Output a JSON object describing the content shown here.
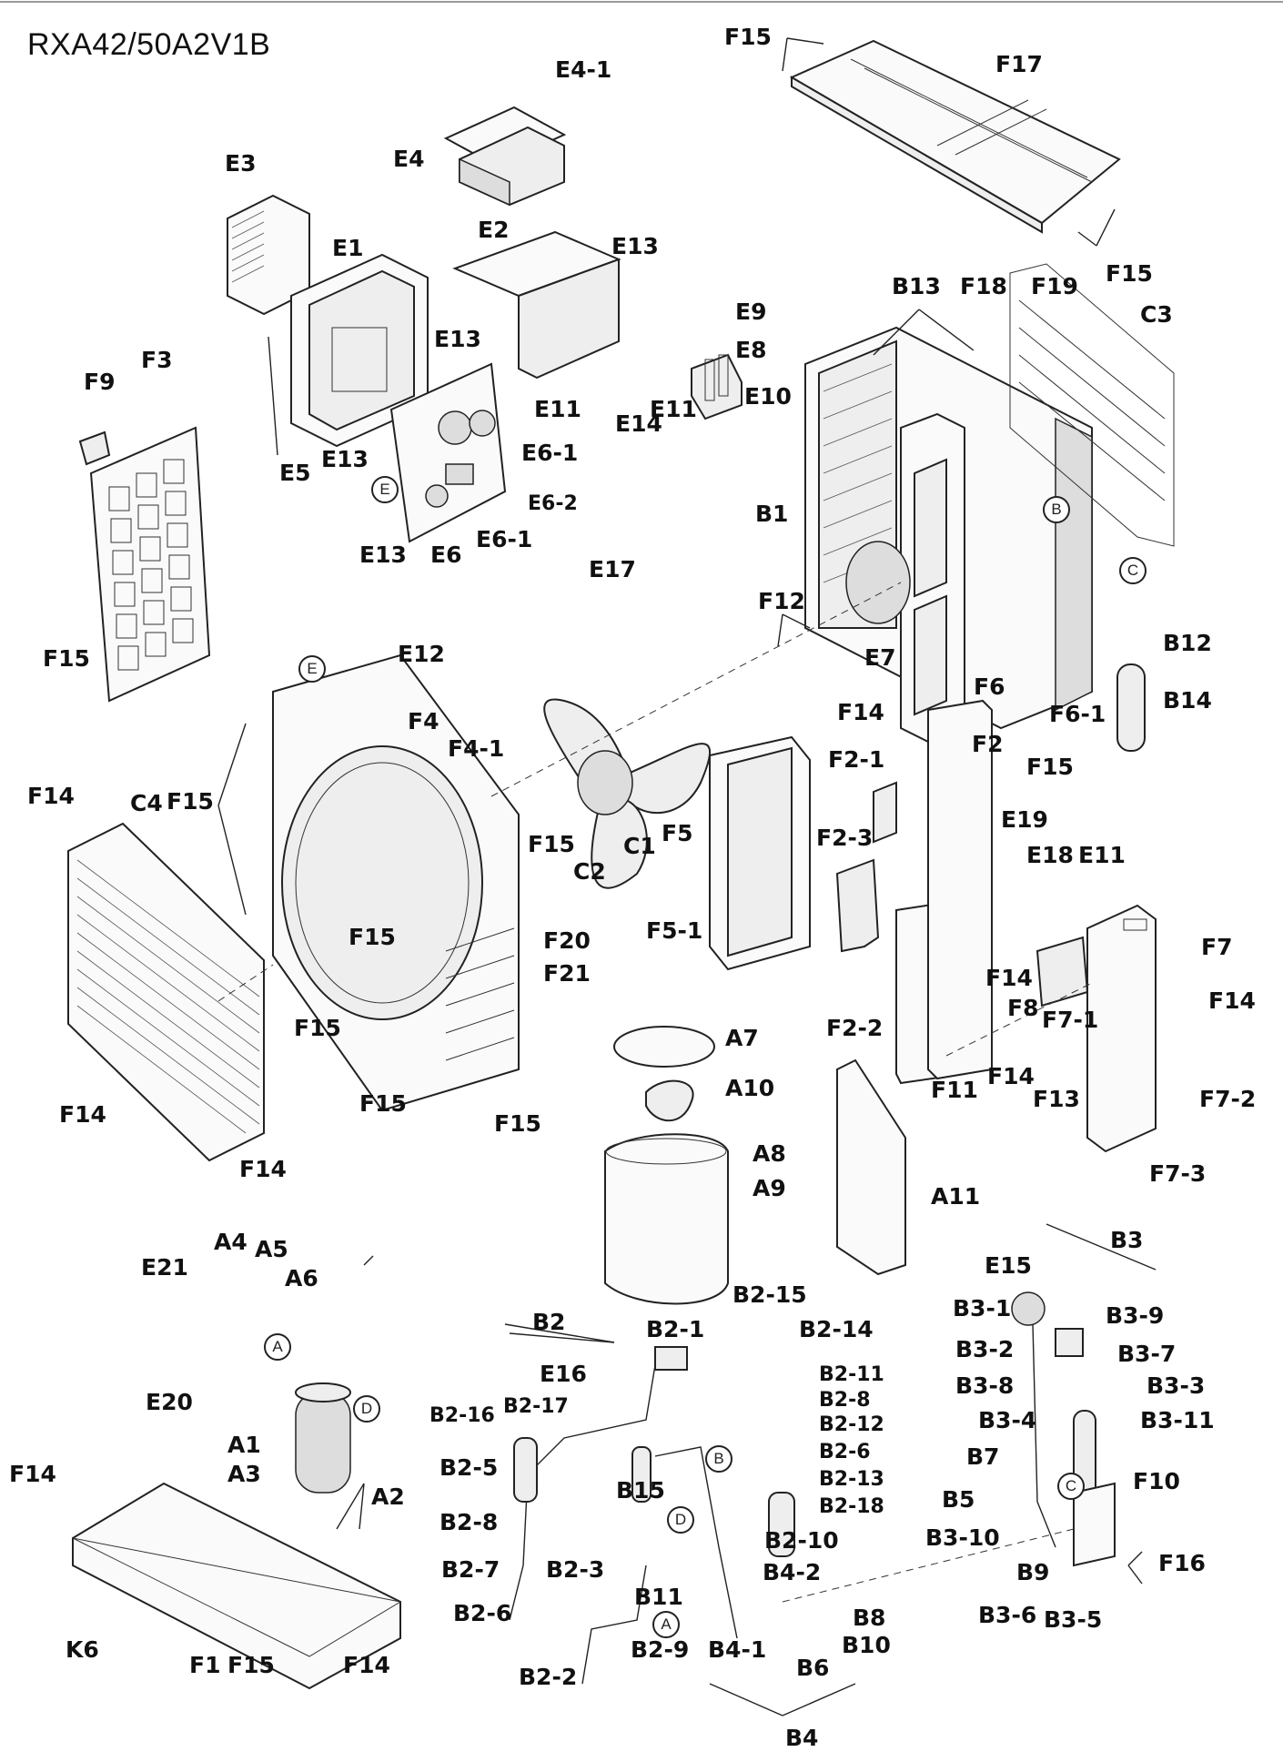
{
  "title": "RXA42/50A2V1B",
  "labels": [
    {
      "id": "F15-top",
      "text": "F15"
    },
    {
      "id": "F17",
      "text": "F17"
    },
    {
      "id": "E4-1",
      "text": "E4-1"
    },
    {
      "id": "E4",
      "text": "E4"
    },
    {
      "id": "E3",
      "text": "E3"
    },
    {
      "id": "E2",
      "text": "E2"
    },
    {
      "id": "E13-a",
      "text": "E13"
    },
    {
      "id": "F15-b",
      "text": "F15"
    },
    {
      "id": "E1",
      "text": "E1"
    },
    {
      "id": "E13-b",
      "text": "E13"
    },
    {
      "id": "B13",
      "text": "B13"
    },
    {
      "id": "F18",
      "text": "F18"
    },
    {
      "id": "F19",
      "text": "F19"
    },
    {
      "id": "C3",
      "text": "C3"
    },
    {
      "id": "E9",
      "text": "E9"
    },
    {
      "id": "E8",
      "text": "E8"
    },
    {
      "id": "E10",
      "text": "E10"
    },
    {
      "id": "E11-a",
      "text": "E11"
    },
    {
      "id": "E14",
      "text": "E14"
    },
    {
      "id": "E11-b",
      "text": "E11"
    },
    {
      "id": "F9",
      "text": "F9"
    },
    {
      "id": "F3",
      "text": "F3"
    },
    {
      "id": "E13-c",
      "text": "E13"
    },
    {
      "id": "E6-1-a",
      "text": "E6-1"
    },
    {
      "id": "E5",
      "text": "E5"
    },
    {
      "id": "E6-2",
      "text": "E6-2"
    },
    {
      "id": "E6-1-b",
      "text": "E6-1"
    },
    {
      "id": "E13-d",
      "text": "E13"
    },
    {
      "id": "E6",
      "text": "E6"
    },
    {
      "id": "E17",
      "text": "E17"
    },
    {
      "id": "B1",
      "text": "B1"
    },
    {
      "id": "F12",
      "text": "F12"
    },
    {
      "id": "E12",
      "text": "E12"
    },
    {
      "id": "F15-c",
      "text": "F15"
    },
    {
      "id": "B12",
      "text": "B12"
    },
    {
      "id": "E7",
      "text": "E7"
    },
    {
      "id": "F14-a",
      "text": "F14"
    },
    {
      "id": "F6",
      "text": "F6"
    },
    {
      "id": "F6-1",
      "text": "F6-1"
    },
    {
      "id": "B14",
      "text": "B14"
    },
    {
      "id": "F4",
      "text": "F4"
    },
    {
      "id": "F4-1",
      "text": "F4-1"
    },
    {
      "id": "F14-b",
      "text": "F14"
    },
    {
      "id": "F15-d",
      "text": "F15"
    },
    {
      "id": "C4",
      "text": "C4"
    },
    {
      "id": "F2-1",
      "text": "F2-1"
    },
    {
      "id": "F2",
      "text": "F2"
    },
    {
      "id": "F15-e",
      "text": "F15"
    },
    {
      "id": "C1",
      "text": "C1"
    },
    {
      "id": "F5",
      "text": "F5"
    },
    {
      "id": "F15-f",
      "text": "F15"
    },
    {
      "id": "C2",
      "text": "C2"
    },
    {
      "id": "F2-3",
      "text": "F2-3"
    },
    {
      "id": "E19",
      "text": "E19"
    },
    {
      "id": "E18",
      "text": "E18"
    },
    {
      "id": "E11-c",
      "text": "E11"
    },
    {
      "id": "F15-g",
      "text": "F15"
    },
    {
      "id": "F5-1",
      "text": "F5-1"
    },
    {
      "id": "F20",
      "text": "F20"
    },
    {
      "id": "F21",
      "text": "F21"
    },
    {
      "id": "F7",
      "text": "F7"
    },
    {
      "id": "F14-c",
      "text": "F14"
    },
    {
      "id": "F8",
      "text": "F8"
    },
    {
      "id": "F7-1",
      "text": "F7-1"
    },
    {
      "id": "F14-d",
      "text": "F14"
    },
    {
      "id": "F15-h",
      "text": "F15"
    },
    {
      "id": "F2-2",
      "text": "F2-2"
    },
    {
      "id": "A7",
      "text": "A7"
    },
    {
      "id": "F14-e",
      "text": "F14"
    },
    {
      "id": "F11",
      "text": "F11"
    },
    {
      "id": "F13",
      "text": "F13"
    },
    {
      "id": "F7-2",
      "text": "F7-2"
    },
    {
      "id": "A10",
      "text": "A10"
    },
    {
      "id": "F15-i",
      "text": "F15"
    },
    {
      "id": "F15-j",
      "text": "F15"
    },
    {
      "id": "F14-f",
      "text": "F14"
    },
    {
      "id": "F14-g",
      "text": "F14"
    },
    {
      "id": "A8",
      "text": "A8"
    },
    {
      "id": "A9",
      "text": "A9"
    },
    {
      "id": "F7-3",
      "text": "F7-3"
    },
    {
      "id": "A11",
      "text": "A11"
    },
    {
      "id": "B3",
      "text": "B3"
    },
    {
      "id": "E15",
      "text": "E15"
    },
    {
      "id": "A4",
      "text": "A4"
    },
    {
      "id": "A5",
      "text": "A5"
    },
    {
      "id": "E21",
      "text": "E21"
    },
    {
      "id": "A6",
      "text": "A6"
    },
    {
      "id": "B2-15",
      "text": "B2-15"
    },
    {
      "id": "B3-1",
      "text": "B3-1"
    },
    {
      "id": "B3-9",
      "text": "B3-9"
    },
    {
      "id": "B2",
      "text": "B2"
    },
    {
      "id": "B2-1",
      "text": "B2-1"
    },
    {
      "id": "B2-14",
      "text": "B2-14"
    },
    {
      "id": "B3-2",
      "text": "B3-2"
    },
    {
      "id": "B3-7",
      "text": "B3-7"
    },
    {
      "id": "E16",
      "text": "E16"
    },
    {
      "id": "B2-11",
      "text": "B2-11"
    },
    {
      "id": "B3-3",
      "text": "B3-3"
    },
    {
      "id": "B3-8",
      "text": "B3-8"
    },
    {
      "id": "E20",
      "text": "E20"
    },
    {
      "id": "B2-8-a",
      "text": "B2-8"
    },
    {
      "id": "B2-16",
      "text": "B2-16"
    },
    {
      "id": "B2-17",
      "text": "B2-17"
    },
    {
      "id": "B2-12",
      "text": "B2-12"
    },
    {
      "id": "B3-4",
      "text": "B3-4"
    },
    {
      "id": "B3-11",
      "text": "B3-11"
    },
    {
      "id": "A1",
      "text": "A1"
    },
    {
      "id": "B2-6-a",
      "text": "B2-6"
    },
    {
      "id": "B7",
      "text": "B7"
    },
    {
      "id": "B2-5",
      "text": "B2-5"
    },
    {
      "id": "A3",
      "text": "A3"
    },
    {
      "id": "F14-h",
      "text": "F14"
    },
    {
      "id": "B15",
      "text": "B15"
    },
    {
      "id": "B2-13",
      "text": "B2-13"
    },
    {
      "id": "F10",
      "text": "F10"
    },
    {
      "id": "B5",
      "text": "B5"
    },
    {
      "id": "B2-18",
      "text": "B2-18"
    },
    {
      "id": "A2",
      "text": "A2"
    },
    {
      "id": "B2-8-b",
      "text": "B2-8"
    },
    {
      "id": "B3-10",
      "text": "B3-10"
    },
    {
      "id": "B2-10",
      "text": "B2-10"
    },
    {
      "id": "F16",
      "text": "F16"
    },
    {
      "id": "B2-7",
      "text": "B2-7"
    },
    {
      "id": "B2-3",
      "text": "B2-3"
    },
    {
      "id": "B4-2",
      "text": "B4-2"
    },
    {
      "id": "B9",
      "text": "B9"
    },
    {
      "id": "B11",
      "text": "B11"
    },
    {
      "id": "B2-6-b",
      "text": "B2-6"
    },
    {
      "id": "B3-6",
      "text": "B3-6"
    },
    {
      "id": "B3-5",
      "text": "B3-5"
    },
    {
      "id": "B8",
      "text": "B8"
    },
    {
      "id": "K6",
      "text": "K6"
    },
    {
      "id": "B10",
      "text": "B10"
    },
    {
      "id": "B4-1",
      "text": "B4-1"
    },
    {
      "id": "B6",
      "text": "B6"
    },
    {
      "id": "B2-2",
      "text": "B2-2"
    },
    {
      "id": "B2-9",
      "text": "B2-9"
    },
    {
      "id": "F1",
      "text": "F1"
    },
    {
      "id": "F15-k",
      "text": "F15"
    },
    {
      "id": "F14-i",
      "text": "F14"
    },
    {
      "id": "B4",
      "text": "B4"
    }
  ],
  "markers": [
    {
      "id": "m-E-1",
      "text": "E"
    },
    {
      "id": "m-E-2",
      "text": "E"
    },
    {
      "id": "m-B-1",
      "text": "B"
    },
    {
      "id": "m-C-1",
      "text": "C"
    },
    {
      "id": "m-A-1",
      "text": "A"
    },
    {
      "id": "m-D-1",
      "text": "D"
    },
    {
      "id": "m-B-2",
      "text": "B"
    },
    {
      "id": "m-D-2",
      "text": "D"
    },
    {
      "id": "m-A-2",
      "text": "A"
    },
    {
      "id": "m-C-2",
      "text": "C"
    }
  ]
}
